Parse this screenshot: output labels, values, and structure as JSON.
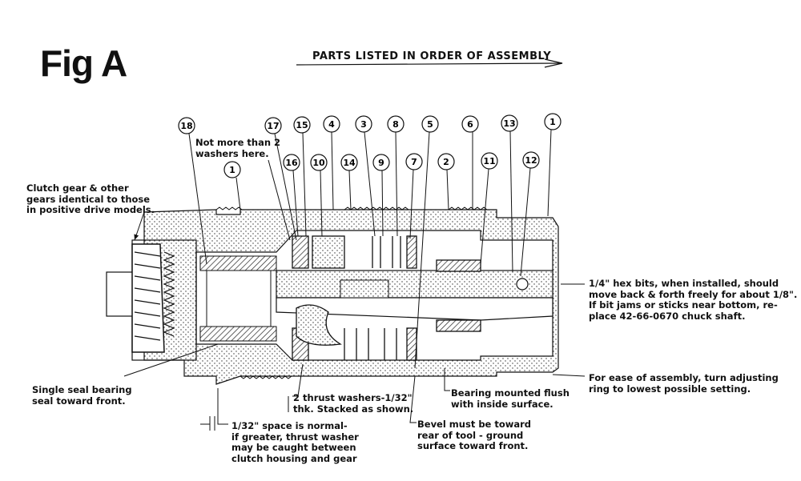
{
  "figure": {
    "label": "Fig A",
    "header": "PARTS LISTED IN ORDER OF ASSEMBLY"
  },
  "callouts": {
    "c18": "18",
    "c17": "17",
    "c15": "15",
    "c4": "4",
    "c3": "3",
    "c8": "8",
    "c5": "5",
    "c6": "6",
    "c13": "13",
    "c1_top": "1",
    "c1_left": "1",
    "c16": "16",
    "c10": "10",
    "c14": "14",
    "c9": "9",
    "c7": "7",
    "c2": "2",
    "c11": "11",
    "c12": "12"
  },
  "notes": {
    "washers_top": "Not more than 2\nwashers here.",
    "clutch_gear": "Clutch gear & other\ngears identical to those\nin positive drive models.",
    "hex_bits": "1/4\" hex bits, when installed, should\nmove back & forth freely for about 1/8\".\nIf bit jams or sticks near bottom, re-\nplace 42-66-0670 chuck shaft.",
    "seal_bearing": "Single seal bearing\nseal toward front.",
    "adjusting_ring": "For ease of assembly, turn adjusting\nring to lowest possible setting.",
    "bearing_flush": "Bearing mounted flush\nwith inside surface.",
    "thrust_washers": "2 thrust washers-1/32\"\nthk. Stacked as shown.",
    "space_normal": "1/32\" space is normal-\nif greater, thrust washer\nmay be caught between\nclutch housing and gear",
    "bevel": "Bevel must be toward\nrear of tool - ground\nsurface toward front."
  }
}
